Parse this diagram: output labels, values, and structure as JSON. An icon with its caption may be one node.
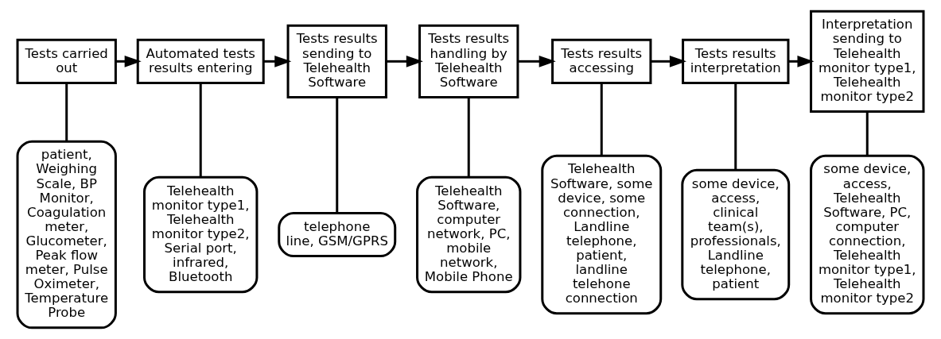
{
  "diagram": {
    "nodes": [
      {
        "text": [
          "Tests carried out"
        ]
      },
      {
        "text": [
          "Automated tests results entering"
        ]
      },
      {
        "text": [
          "Tests results sending to Telehealth Software"
        ]
      },
      {
        "text": [
          "Tests results handling by Telehealth Software"
        ]
      },
      {
        "text": [
          "Tests results accessing"
        ]
      },
      {
        "text": [
          "Tests results interpretation"
        ]
      },
      {
        "text": [
          "Interpretation sending to Telehealth monitor type1, Telehealth monitor type2"
        ]
      },
      {
        "text": [
          "patient, Weighing Scale, BP Monitor, Coagulation meter, Glucometer, Peak flow meter, Pulse Oximeter, Temperature Probe"
        ]
      },
      {
        "text": [
          "Telehealth monitor type1, Telehealth monitor type2, Serial port, infrared, Bluetooth"
        ]
      },
      {
        "text": [
          "telephone line, GSM/GPRS"
        ]
      },
      {
        "text": [
          "Telehealth Software, computer network, PC, mobile network, Mobile Phone"
        ]
      },
      {
        "text": [
          "Telehealth Software, some device, some connection, Landline telephone, patient, landline telehone connection"
        ]
      },
      {
        "text": [
          "some device, access, clinical team(s), professionals, Landline telephone, patient"
        ]
      },
      {
        "text": [
          "some device, access, Telehealth Software, PC, computer connection, Telehealth monitor type1, Telehealth monitor type2"
        ]
      }
    ],
    "edges": [
      {
        "from": 0,
        "to": 1,
        "arrow": "to"
      },
      {
        "from": 1,
        "to": 2,
        "arrow": "to"
      },
      {
        "from": 2,
        "to": 3,
        "arrow": "to"
      },
      {
        "from": 3,
        "to": 4,
        "arrow": "to"
      },
      {
        "from": 4,
        "to": 5,
        "arrow": "to"
      },
      {
        "from": 5,
        "to": 6,
        "arrow": "to"
      },
      {
        "from": 0,
        "to": 7,
        "arrow": "none"
      },
      {
        "from": 1,
        "to": 8,
        "arrow": "none"
      },
      {
        "from": 2,
        "to": 9,
        "arrow": "none"
      },
      {
        "from": 3,
        "to": 10,
        "arrow": "none"
      },
      {
        "from": 4,
        "to": 11,
        "arrow": "none"
      },
      {
        "from": 5,
        "to": 12,
        "arrow": "none"
      },
      {
        "from": 6,
        "to": 13,
        "arrow": "none"
      }
    ]
  }
}
